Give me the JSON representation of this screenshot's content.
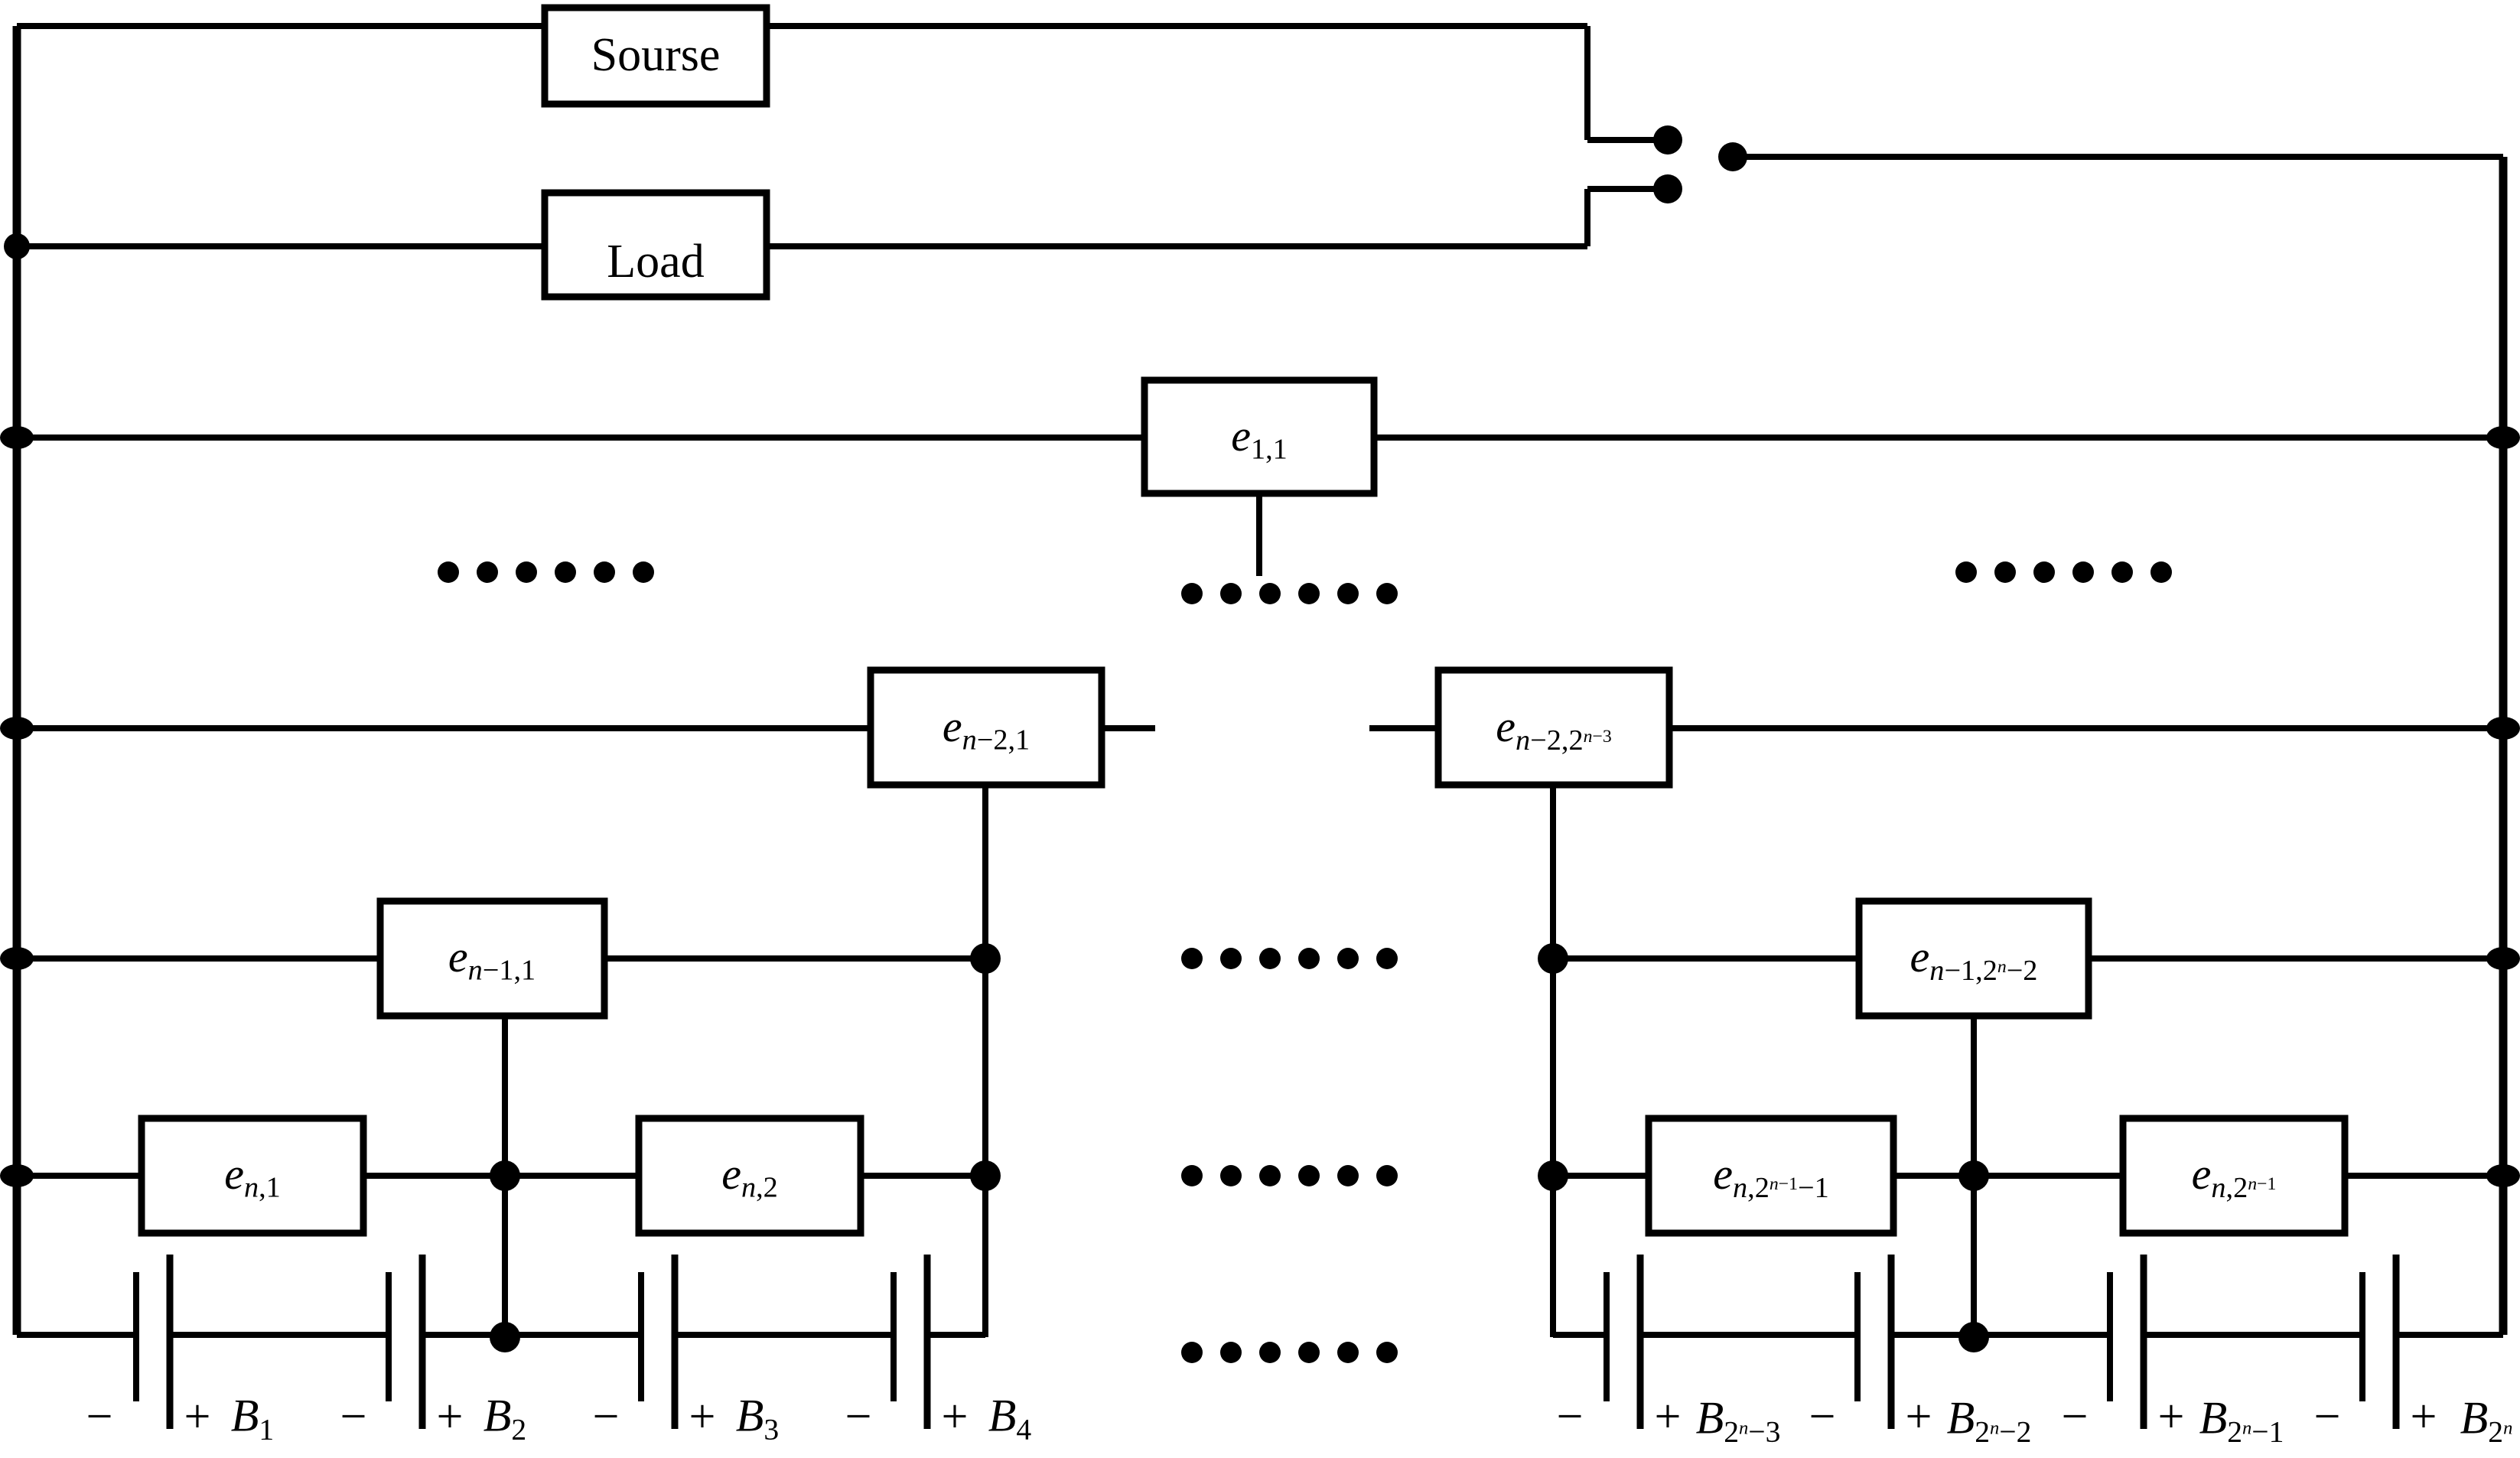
{
  "figure": {
    "type": "circuit-schematic",
    "description": "Reconfigurable battery pack switching network with Source and Load connected through a changeover switch to a hierarchical tree of switch cells driving 2^n battery cells."
  },
  "blocks": {
    "source": {
      "label": "Sourse"
    },
    "load": {
      "label": "Load"
    }
  },
  "switch_cells": {
    "level1": [
      {
        "id": "e11",
        "base": "e",
        "sub_html": "1,1"
      }
    ],
    "level_n_minus_2": [
      {
        "id": "en21",
        "base": "e",
        "sub_html": "n−2,1"
      },
      {
        "id": "en2r",
        "base": "e",
        "sub_html": "n−2,2^{n−3}"
      }
    ],
    "level_n_minus_1": [
      {
        "id": "en11",
        "base": "e",
        "sub_html": "n−1,1"
      },
      {
        "id": "en1r",
        "base": "e",
        "sub_html": "n−1,2^{n}−2"
      }
    ],
    "level_n": [
      {
        "id": "en1",
        "base": "e",
        "sub_html": "n,1"
      },
      {
        "id": "en2",
        "base": "e",
        "sub_html": "n,2"
      },
      {
        "id": "enr1",
        "base": "e",
        "sub_html": "n,2^{n−1}−1"
      },
      {
        "id": "enr2",
        "base": "e",
        "sub_html": "n,2^{n−1}"
      }
    ]
  },
  "batteries": [
    {
      "id": "b1",
      "name": "B",
      "index": "1"
    },
    {
      "id": "b2",
      "name": "B",
      "index": "2"
    },
    {
      "id": "b3",
      "name": "B",
      "index": "3"
    },
    {
      "id": "b4",
      "name": "B",
      "index": "4"
    },
    {
      "id": "b2n3",
      "name": "B",
      "index": "2^{n}−3"
    },
    {
      "id": "b2n2",
      "name": "B",
      "index": "2^{n}−2"
    },
    {
      "id": "b2n1",
      "name": "B",
      "index": "2^{n}−1"
    },
    {
      "id": "b2n",
      "name": "B",
      "index": "2^{n}"
    }
  ],
  "polarity": {
    "minus": "−",
    "plus": "+"
  },
  "ellipses": {
    "glyph": "•",
    "count": 6,
    "positions": [
      "row-1-left",
      "row-1-center",
      "row-1-right",
      "row-n1-center",
      "row-n-center",
      "row-battery-center"
    ]
  },
  "colors": {
    "wire": "#000000",
    "background": "#ffffff",
    "box_fill": "#ffffff"
  },
  "switch": {
    "name": "changeover-switch",
    "terminals": [
      "source-terminal",
      "load-terminal",
      "common-terminal"
    ]
  }
}
